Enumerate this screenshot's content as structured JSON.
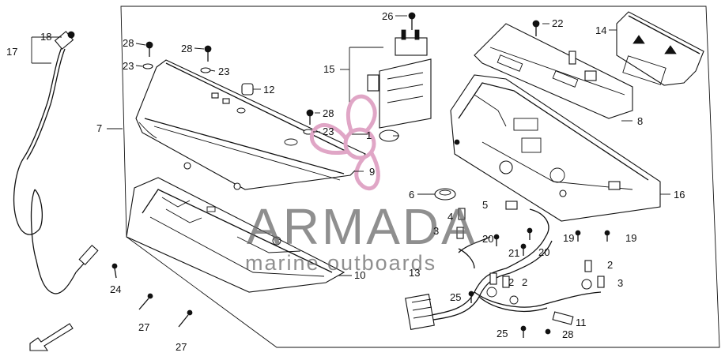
{
  "diagram": {
    "watermark": {
      "brand": "ARMADA",
      "tagline": "marine outboards",
      "accent_color": "#e0a6c6"
    },
    "callouts": {
      "c1": "1",
      "c2a": "2",
      "c2b": "2",
      "c2c": "2",
      "c3a": "3",
      "c3b": "3",
      "c4": "4",
      "c5": "5",
      "c6": "6",
      "c7": "7",
      "c8": "8",
      "c9": "9",
      "c10": "10",
      "c11": "11",
      "c12": "12",
      "c13": "13",
      "c14": "14",
      "c15": "15",
      "c16": "16",
      "c17": "17",
      "c18": "18",
      "c19a": "19",
      "c19b": "19",
      "c20a": "20",
      "c20b": "20",
      "c21": "21",
      "c22": "22",
      "c23a": "23",
      "c23b": "23",
      "c23c": "23",
      "c24": "24",
      "c25a": "25",
      "c25b": "25",
      "c26": "26",
      "c27a": "27",
      "c27b": "27",
      "c28a": "28",
      "c28b": "28",
      "c28c": "28",
      "c28d": "28"
    }
  }
}
